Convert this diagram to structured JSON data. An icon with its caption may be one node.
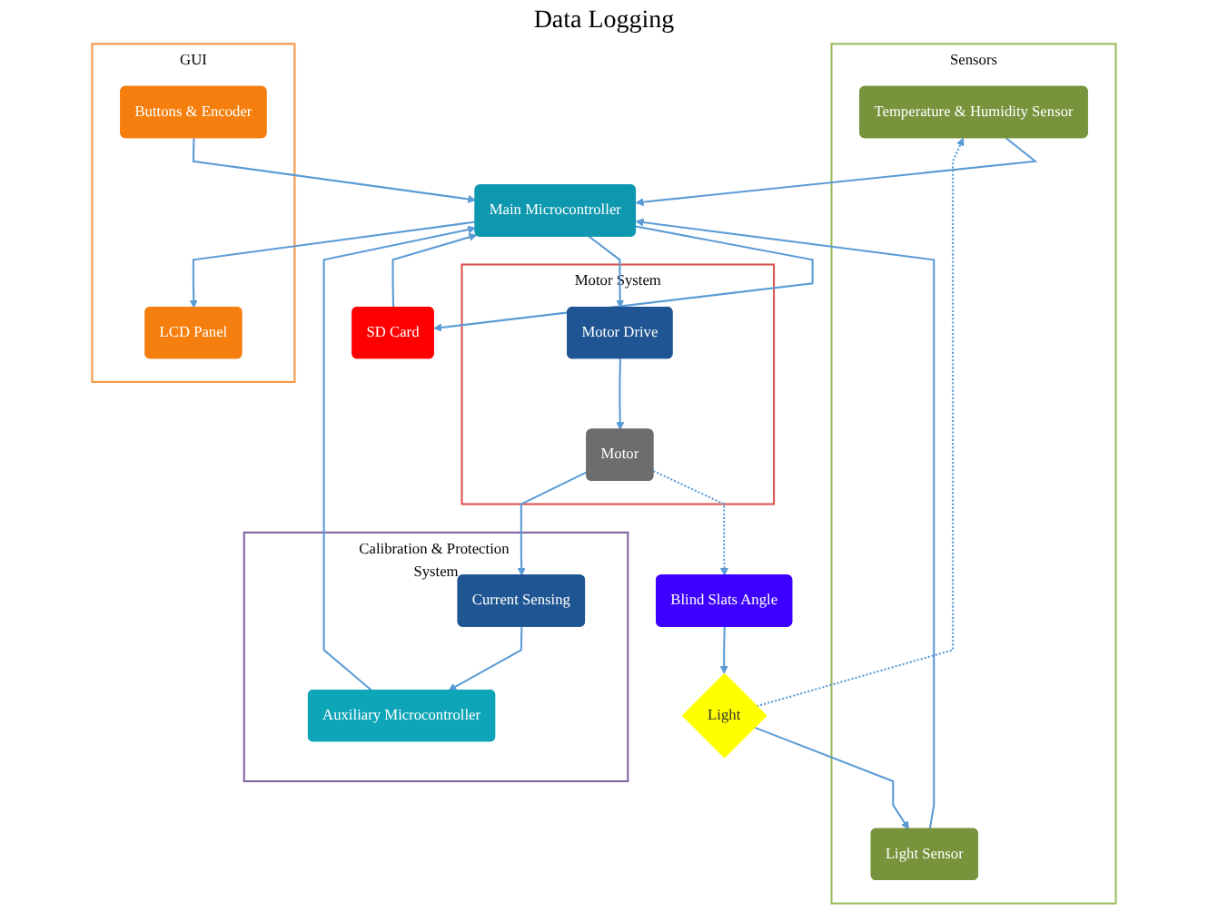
{
  "diagram": {
    "nodes": [
      {
        "text": [
          "Sensors"
        ]
      },
      {
        "text": [
          "Temperature & Humidity Sensor"
        ],
        "in": 0
      },
      {
        "text": [
          "Light Sensor"
        ],
        "in": 0
      },
      {
        "text": [
          "SD Card"
        ]
      },
      {
        "text": [
          "Main Microcontroller"
        ]
      },
      {
        "text": [
          "GUI"
        ]
      },
      {
        "text": [
          "LCD Panel"
        ],
        "in": 5
      },
      {
        "text": [
          "Buttons & Encoder"
        ],
        "in": 5
      },
      {
        "text": [
          "Light"
        ]
      },
      {
        "text": [
          "Blind Slats Angle"
        ]
      },
      {
        "text": [
          "Motor System"
        ]
      },
      {
        "text": [
          "Motor Drive"
        ],
        "in": 10
      },
      {
        "text": [
          "Motor"
        ],
        "in": 10
      },
      {
        "text": [
          "Calibration & Protection System"
        ]
      },
      {
        "text": [
          "Auxiliary Microcontroller"
        ],
        "in": 13
      },
      {
        "text": [
          "Current Sensing"
        ],
        "in": 13
      }
    ],
    "edges": [
      {
        "from": 1,
        "to": 4,
        "arrow": "to"
      },
      {
        "from": 2,
        "to": 4,
        "arrow": "to"
      },
      {
        "from": 4,
        "to": 3,
        "arrow": "to"
      },
      {
        "from": 3,
        "to": 4,
        "arrow": "to"
      },
      {
        "from": 4,
        "to": 6,
        "arrow": "to"
      },
      {
        "from": 7,
        "to": 4,
        "arrow": "to"
      },
      {
        "from": 4,
        "to": 11,
        "arrow": "to"
      },
      {
        "from": 11,
        "to": 12,
        "arrow": "to"
      },
      {
        "from": 12,
        "to": 9,
        "arrow": "to",
        "style": "dashed"
      },
      {
        "from": 12,
        "to": 15,
        "arrow": "to"
      },
      {
        "from": 15,
        "to": 14,
        "arrow": "to"
      },
      {
        "from": 14,
        "to": 4,
        "arrow": "to"
      },
      {
        "from": 9,
        "to": 8,
        "arrow": "to"
      },
      {
        "from": 8,
        "to": 2,
        "arrow": "to"
      },
      {
        "from": 8,
        "to": 1,
        "arrow": "to",
        "style": "dashed"
      }
    ],
    "labels": [
      "Data Logging"
    ]
  }
}
